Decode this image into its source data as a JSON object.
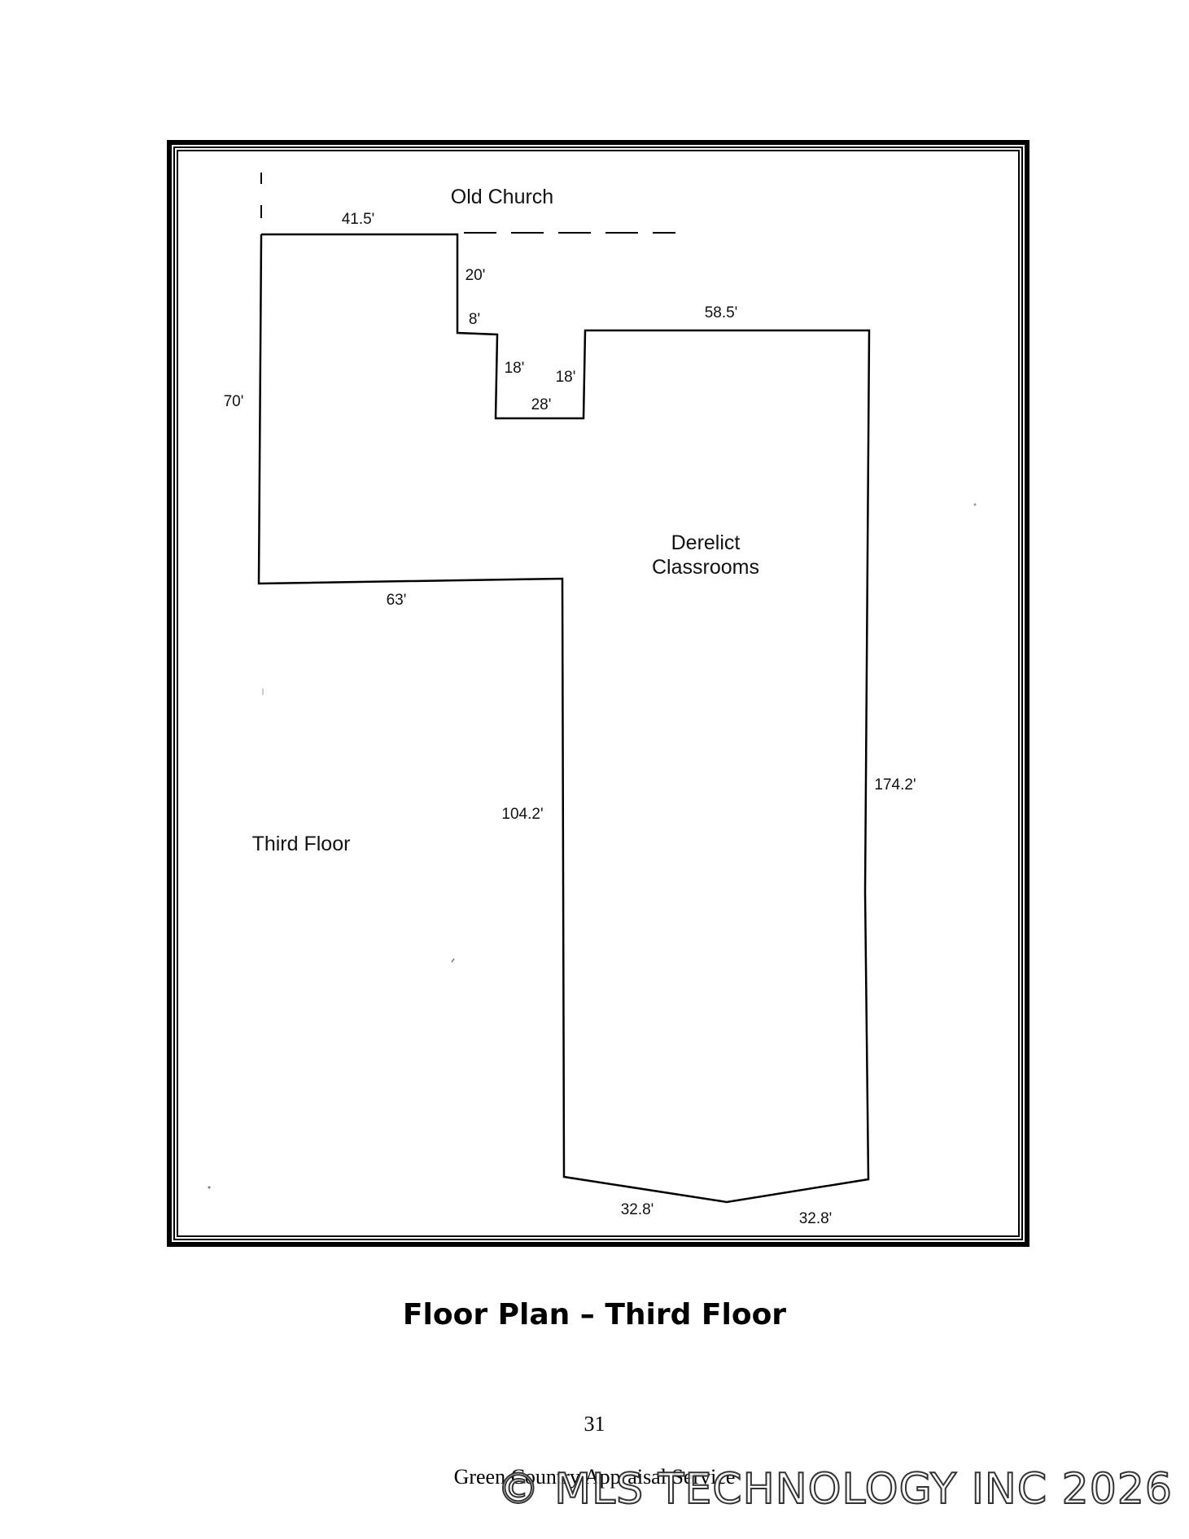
{
  "plan": {
    "labels": {
      "old_church": "Old Church",
      "derelict_line1": "Derelict",
      "derelict_line2": "Classrooms",
      "third_floor": "Third Floor"
    },
    "dimensions": {
      "top_left": "41.5'",
      "notch_drop": "20'",
      "notch_step": "8'",
      "inner_left": "18'",
      "inner_right": "18'",
      "inner_bottom": "28'",
      "top_right": "58.5'",
      "left_side": "70'",
      "wing_bottom": "63'",
      "inner_long": "104.2'",
      "right_side": "174.2'",
      "bottom_left": "32.8'",
      "bottom_right": "32.8'"
    }
  },
  "caption": "Floor Plan – Third Floor",
  "page_number": "31",
  "footer": "Green Country Appraisal Service",
  "watermark": "© MLS TECHNOLOGY INC 2026"
}
